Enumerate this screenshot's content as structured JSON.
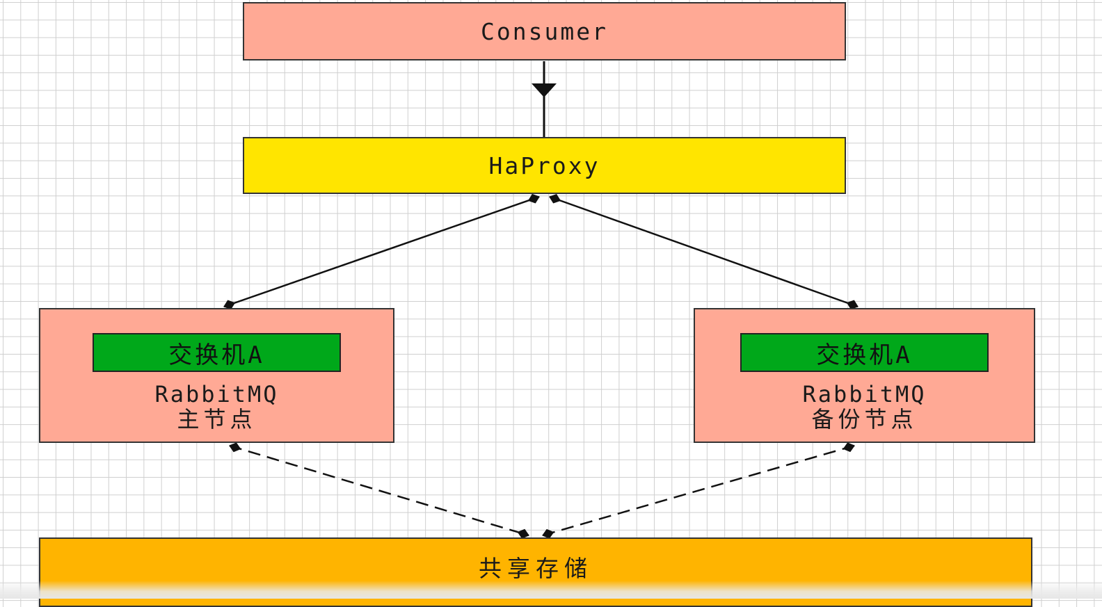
{
  "colors": {
    "consumer_fill": "#ffa995",
    "haproxy_fill": "#ffe500",
    "node_fill": "#ffa995",
    "exchange_fill": "#00a81a",
    "storage_fill": "#ffb400",
    "edge": "#111111"
  },
  "nodes": {
    "consumer": {
      "label": "Consumer"
    },
    "haproxy": {
      "label": "HaProxy"
    },
    "rabbitmq_main": {
      "exchange": "交换机A",
      "name": "RabbitMQ",
      "role": "主节点"
    },
    "rabbitmq_backup": {
      "exchange": "交换机A",
      "name": "RabbitMQ",
      "role": "备份节点"
    },
    "shared_storage": {
      "label": "共享存储"
    }
  },
  "edges": [
    {
      "from": "consumer",
      "to": "haproxy",
      "style": "solid",
      "arrow": "end"
    },
    {
      "from": "haproxy",
      "to": "rabbitmq_main",
      "style": "solid",
      "arrow": "both"
    },
    {
      "from": "haproxy",
      "to": "rabbitmq_backup",
      "style": "solid",
      "arrow": "both"
    },
    {
      "from": "rabbitmq_main",
      "to": "shared_storage",
      "style": "dashed",
      "arrow": "both"
    },
    {
      "from": "rabbitmq_backup",
      "to": "shared_storage",
      "style": "dashed",
      "arrow": "both"
    }
  ]
}
